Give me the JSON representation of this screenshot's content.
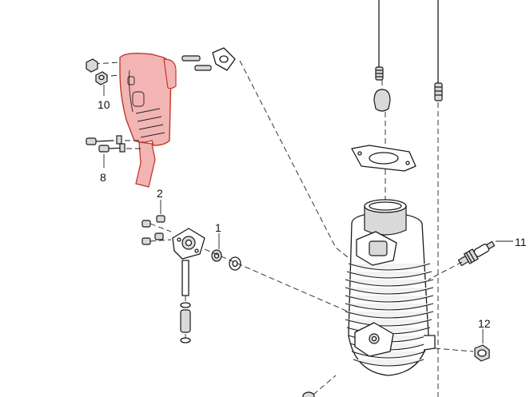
{
  "diagram": {
    "callouts": [
      "1",
      "2",
      "8",
      "10",
      "11",
      "12"
    ]
  },
  "colors": {
    "highlight_fill": "#f3b4b4",
    "highlight_stroke": "#c0392b",
    "ink": "#1a1a1a"
  }
}
